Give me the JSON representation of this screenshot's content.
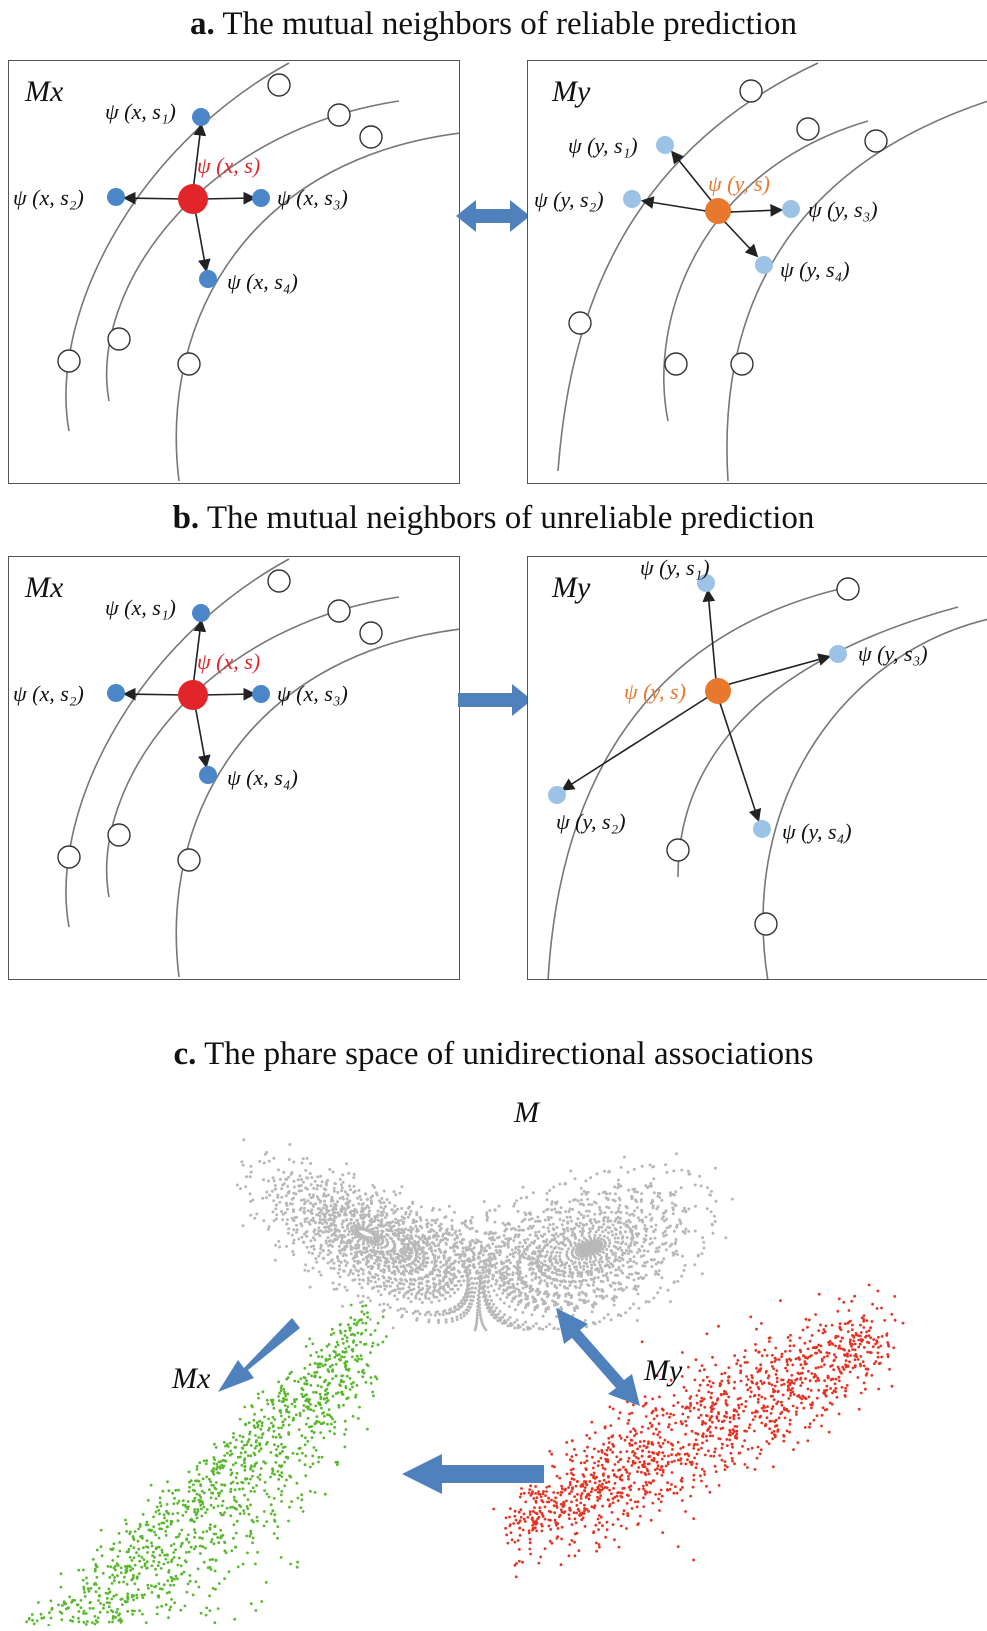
{
  "panel_a": {
    "title_letter": "a.",
    "title_text": "The mutual neighbors of reliable prediction",
    "mx_label": "Mx",
    "my_label": "My",
    "x_labels": {
      "s1": "ψ (x, s₁)",
      "s2": "ψ (x, s₂)",
      "s3": "ψ (x, s₃)",
      "s4": "ψ (x, s₄)",
      "center": "ψ (x, s)"
    },
    "y_labels": {
      "s1": "ψ (y, s₁)",
      "s2": "ψ (y, s₂)",
      "s3": "ψ (y, s₃)",
      "s4": "ψ (y, s₄)",
      "center": "ψ (y, s)"
    }
  },
  "panel_b": {
    "title_letter": "b.",
    "title_text": "The mutual neighbors of unreliable prediction",
    "mx_label": "Mx",
    "my_label": "My",
    "x_labels": {
      "s1": "ψ (x, s₁)",
      "s2": "ψ (x, s₂)",
      "s3": "ψ (x, s₃)",
      "s4": "ψ (x, s₄)",
      "center": "ψ (x, s)"
    },
    "y_labels": {
      "s1": "ψ (y, s₁)",
      "s2": "ψ (y, s₂)",
      "s3": "ψ (y, s₃)",
      "s4": "ψ (y, s₄)",
      "center": "ψ (y, s)"
    }
  },
  "panel_c": {
    "title_letter": "c.",
    "title_text": "The phare space of unidirectional associations",
    "m_label": "M",
    "mx_label": "Mx",
    "my_label": "My"
  },
  "colors": {
    "x_center": "#e2252b",
    "y_center": "#e8782e",
    "x_neighbor": "#4a86c8",
    "y_neighbor": "#9cc3e6",
    "arrow": "#4f81bd",
    "attractor": "#b8b8b8",
    "mx_cloud": "#59b82e",
    "my_cloud": "#e53322"
  },
  "icons": {
    "big_arrow_ab": "double-headed-arrow",
    "big_arrow_b": "right-arrow"
  }
}
